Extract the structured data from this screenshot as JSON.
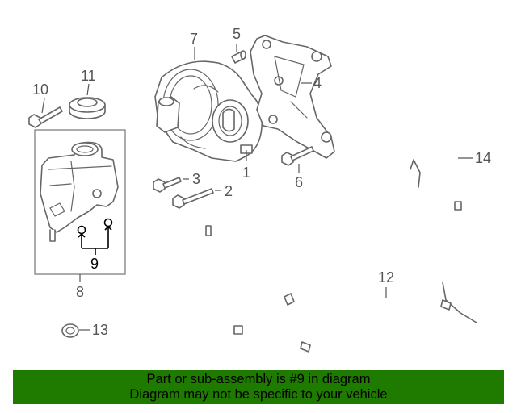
{
  "callouts": {
    "c1": "1",
    "c2": "2",
    "c3": "3",
    "c4": "4",
    "c5": "5",
    "c6": "6",
    "c7": "7",
    "c8": "8",
    "c9": "9",
    "c10": "10",
    "c11": "11",
    "c12": "12",
    "c13": "13",
    "c14": "14"
  },
  "banner": {
    "line1": "Part or sub-assembly is #9 in diagram",
    "line2": "Diagram may not be specific to your vehicle",
    "color": "#1f7a00"
  },
  "highlight_color": "#000000"
}
